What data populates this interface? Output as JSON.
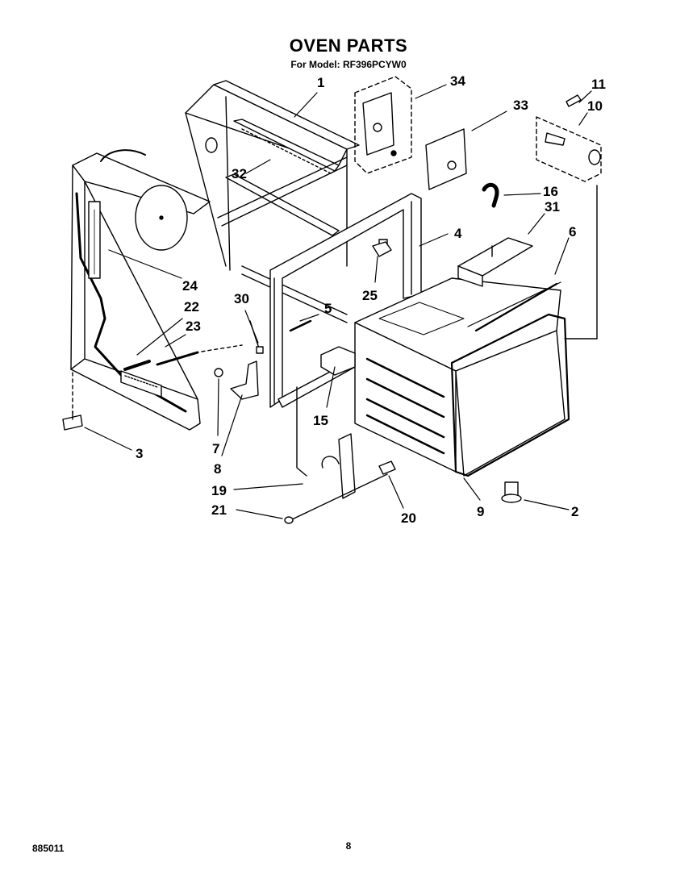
{
  "header": {
    "title": "OVEN PARTS",
    "subtitle": "For Model: RF396PCYW0"
  },
  "callouts": {
    "c1": "1",
    "c2": "2",
    "c3": "3",
    "c4": "4",
    "c5": "5",
    "c6": "6",
    "c7": "7",
    "c8": "8",
    "c9": "9",
    "c10": "10",
    "c11": "11",
    "c15": "15",
    "c16": "16",
    "c19": "19",
    "c20": "20",
    "c21": "21",
    "c22": "22",
    "c23": "23",
    "c24": "24",
    "c25": "25",
    "c30": "30",
    "c31": "31",
    "c32": "32",
    "c33": "33",
    "c34": "34"
  },
  "footer": {
    "doc_number": "885011",
    "page_number": "8"
  }
}
